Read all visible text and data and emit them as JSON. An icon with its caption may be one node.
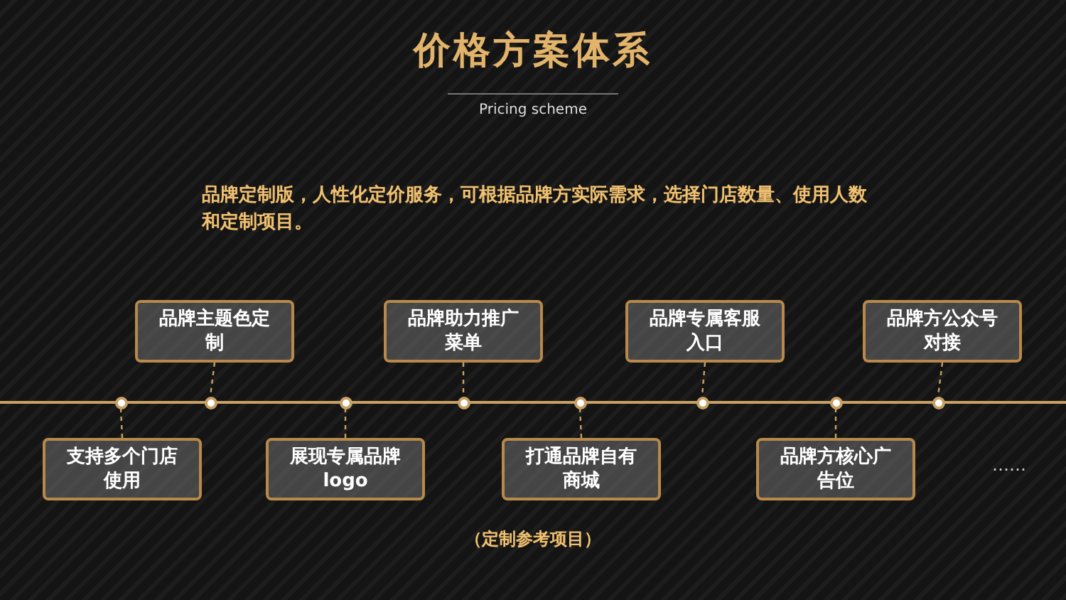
{
  "diagram": {
    "title": "价格方案体系",
    "nodes": [
      {
        "text": [
          "支持多个门店使用"
        ]
      },
      {
        "text": [
          "品牌主题色定制"
        ]
      },
      {
        "text": [
          "展现专属品牌logo"
        ]
      },
      {
        "text": [
          "品牌助力推广菜单"
        ]
      },
      {
        "text": [
          "打通品牌自有商城"
        ]
      },
      {
        "text": [
          "品牌专属客服入口"
        ]
      },
      {
        "text": [
          "品牌方核心广告位"
        ]
      },
      {
        "text": [
          "品牌方公众号对接"
        ]
      },
      {
        "text": [],
        "shape": "circle"
      },
      {
        "text": [],
        "shape": "circle"
      },
      {
        "text": [],
        "shape": "circle"
      },
      {
        "text": [],
        "shape": "circle"
      },
      {
        "text": [],
        "shape": "circle"
      },
      {
        "text": [],
        "shape": "circle"
      },
      {
        "text": [],
        "shape": "circle"
      },
      {
        "text": [],
        "shape": "circle"
      }
    ],
    "edges": [
      {
        "from": 0,
        "to": 8,
        "arrow": "none",
        "style": "dashed"
      },
      {
        "from": 1,
        "to": 9,
        "arrow": "none",
        "style": "dashed"
      },
      {
        "from": 2,
        "to": 10,
        "arrow": "none",
        "style": "dashed"
      },
      {
        "from": 3,
        "to": 11,
        "arrow": "none",
        "style": "dashed"
      },
      {
        "from": 4,
        "to": 12,
        "arrow": "none",
        "style": "dashed"
      },
      {
        "from": 5,
        "to": 13,
        "arrow": "none",
        "style": "dashed"
      },
      {
        "from": 6,
        "to": 14,
        "arrow": "none",
        "style": "dashed"
      },
      {
        "from": 7,
        "to": 15,
        "arrow": "none",
        "style": "dashed"
      }
    ],
    "labels": [
      "Pricing scheme",
      "品牌定制版，人性化定价服务，可根据品牌方实际需求，选择门店数量、使用人数和定制项目。",
      "……",
      "（定制参考项目）"
    ]
  }
}
